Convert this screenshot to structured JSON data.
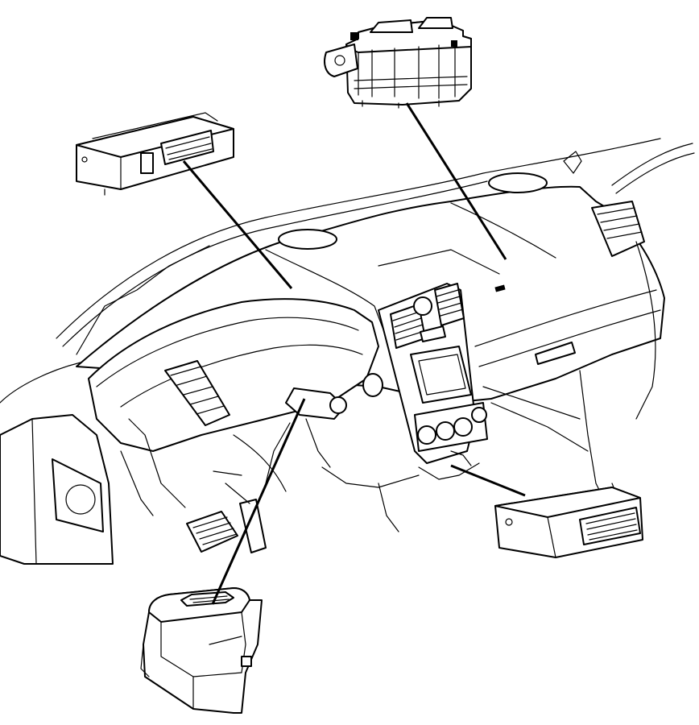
{
  "diagram": {
    "background": "#ffffff",
    "line_color": "#000000",
    "components": [
      {
        "id": "top-right-module",
        "icon": "control-module-icon"
      },
      {
        "id": "upper-left-module",
        "icon": "control-module-icon"
      },
      {
        "id": "lower-right-module",
        "icon": "control-module-icon"
      },
      {
        "id": "bottom-left-module",
        "icon": "control-module-icon"
      }
    ]
  }
}
